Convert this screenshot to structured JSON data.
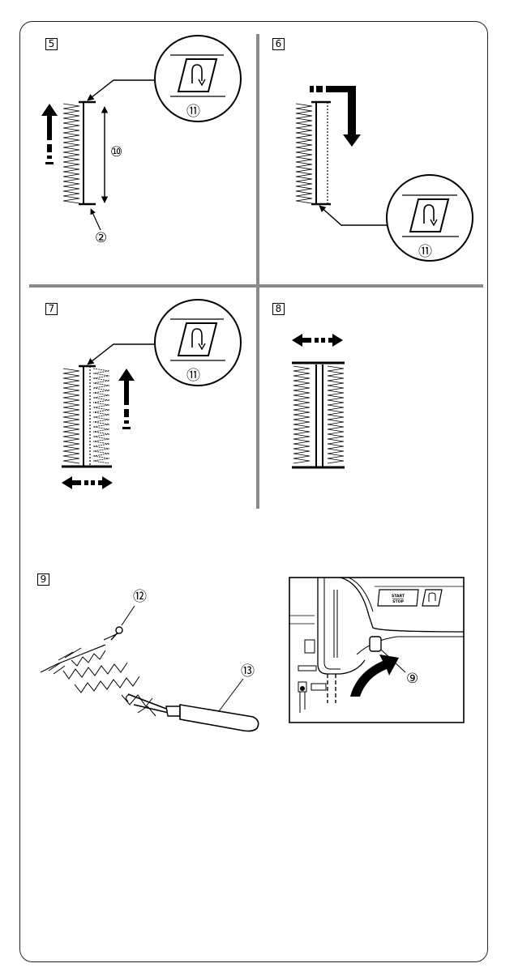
{
  "steps": {
    "s5": "5",
    "s6": "6",
    "s7": "7",
    "s8": "8",
    "s9": "9"
  },
  "callouts": {
    "reverse_button_5": "⑪",
    "length_5": "⑩",
    "start_mark_5": "②",
    "reverse_button_6": "⑪",
    "reverse_button_7": "⑪",
    "pin_9": "⑫",
    "seam_ripper_9": "⑬",
    "lever_9": "⑨"
  },
  "machine_buttons": {
    "start_stop_line1": "START",
    "start_stop_line2": "STOP"
  },
  "icons": {
    "reverse_stitch_symbol": "reverse-stitch-icon",
    "arrows": "direction-arrow-icon"
  }
}
